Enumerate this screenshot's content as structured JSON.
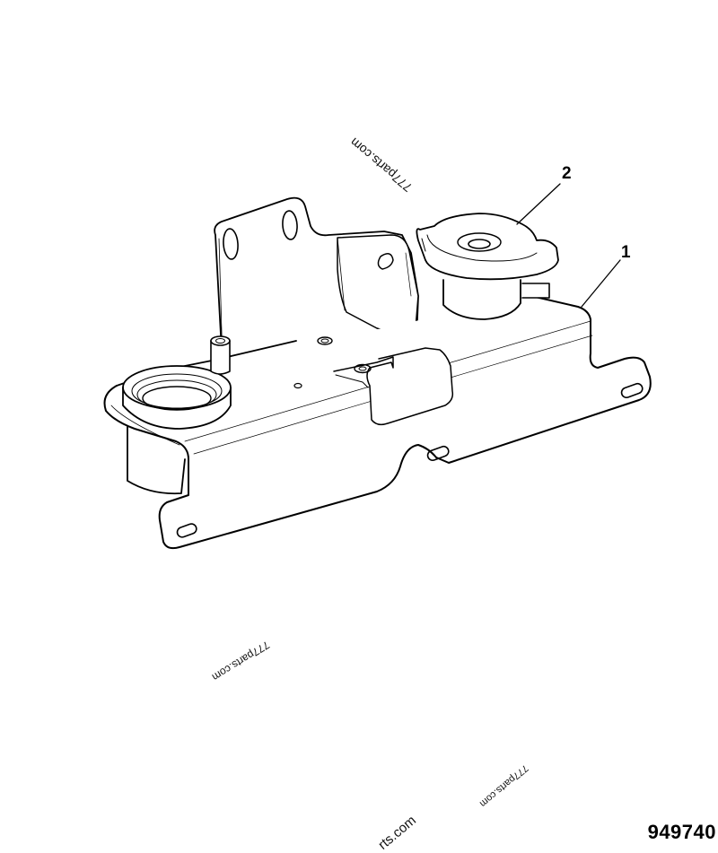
{
  "diagram": {
    "type": "parts-illustration",
    "figure_number": "949740",
    "callouts": [
      {
        "id": "1",
        "label": "1",
        "part": "mounting bracket"
      },
      {
        "id": "2",
        "label": "2",
        "part": "filler cap"
      }
    ],
    "colors": {
      "line": "#000000",
      "background": "#ffffff"
    }
  },
  "watermarks": [
    {
      "text": "777parts.com"
    },
    {
      "text": "777parts.com"
    },
    {
      "text": "777parts.com"
    },
    {
      "text": "rts.com"
    }
  ]
}
